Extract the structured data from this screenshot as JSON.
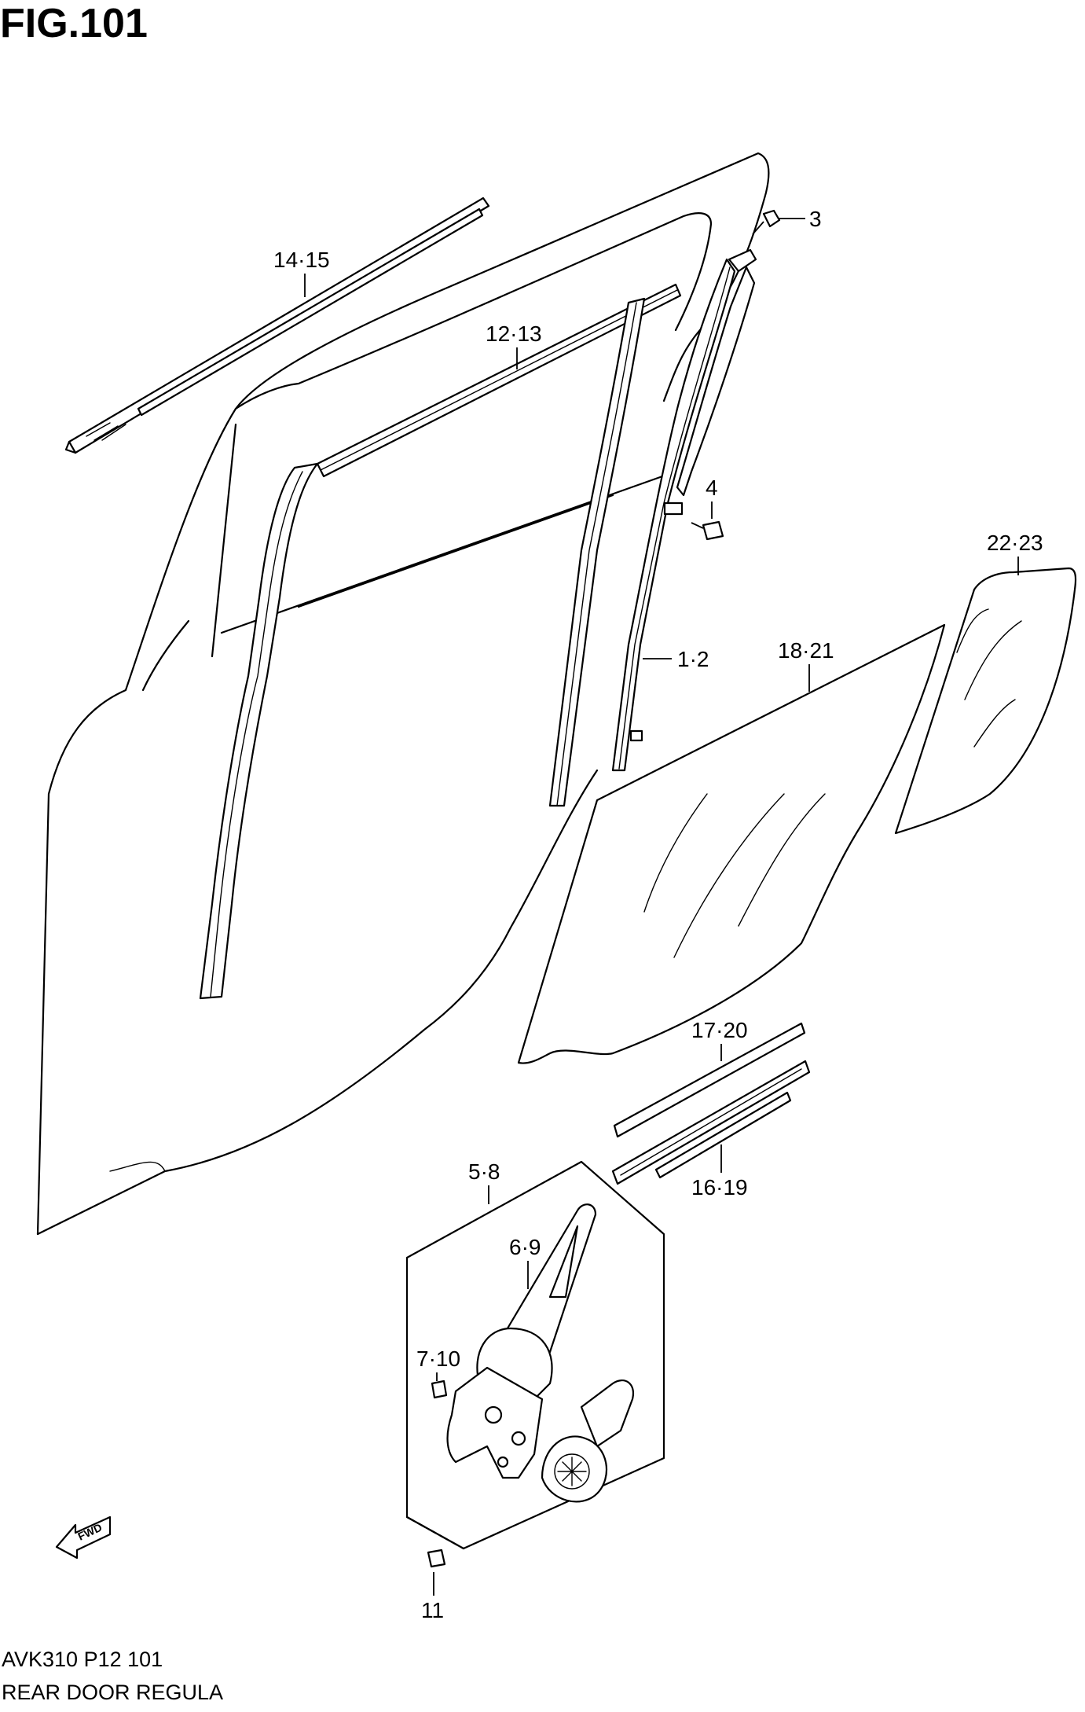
{
  "figure": {
    "title": "FIG.101"
  },
  "callouts": {
    "p14_15": "14·15",
    "p12_13": "12·13",
    "p3": "3",
    "p4": "4",
    "p1_2": "1·2",
    "p22_23": "22·23",
    "p18_21": "18·21",
    "p17_20": "17·20",
    "p16_19": "16·19",
    "p5_8": "5·8",
    "p6_9": "6·9",
    "p7_10": "7·10",
    "p11": "11"
  },
  "direction_arrow": {
    "label": "FWD"
  },
  "footer": {
    "code": "AVK310 P12 101",
    "name": "REAR DOOR REGULA"
  }
}
